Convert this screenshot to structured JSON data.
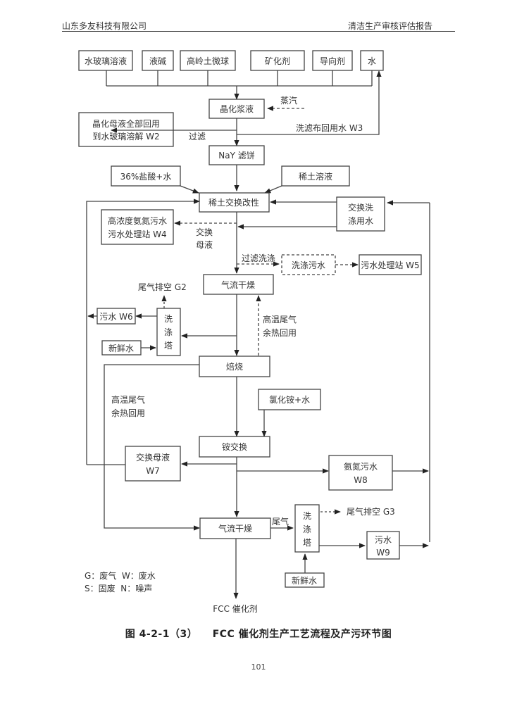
{
  "header": {
    "left": "山东多友科技有限公司",
    "right": "清洁生产审核评估报告"
  },
  "diagram": {
    "inputs": [
      "水玻璃溶液",
      "液碱",
      "高岭土微球",
      "矿化剂",
      "导向剂",
      "水"
    ],
    "crystal_slurry": "晶化浆液",
    "steam": "蒸汽",
    "mother_liquor_box": [
      "晶化母液全部回用",
      "到水玻璃溶解 W2"
    ],
    "filtration": "过滤",
    "filter_cloth_water": "洗滤布回用水 W3",
    "nay_cake": "NaY 滤饼",
    "hcl_water": "36%盐酸+水",
    "rare_earth_solution": "稀土溶液",
    "rare_earth_exchange": "稀土交换改性",
    "exchange_wash_water": [
      "交换洗",
      "涤用水"
    ],
    "high_ammonia_ww": [
      "高浓度氨氮污水",
      "污水处理站 W4"
    ],
    "exchange_mother": [
      "交换",
      "母液"
    ],
    "filter_wash": "过滤洗涤",
    "wash_ww": "洗涤污水",
    "wwtp_w5": "污水处理站 W5",
    "flash_dry_1": "气流干燥",
    "tail_gas_g2": "尾气排空 G2",
    "ww_w6": "污水 W6",
    "scrubber_1": [
      "洗",
      "涤",
      "塔"
    ],
    "fresh_water_1": "新鲜水",
    "heat_recovery_1": [
      "高温尾气",
      "余热回用"
    ],
    "calcination": "焙烧",
    "heat_recovery_2": [
      "高温尾气",
      "余热回用"
    ],
    "nh4cl_water": "氯化铵+水",
    "ammonium_exchange": "铵交换",
    "exchange_mother_w7": [
      "交换母液",
      "W7"
    ],
    "ammonia_ww_w8": [
      "氨氮污水",
      "W8"
    ],
    "flash_dry_2": "气流干燥",
    "tail_gas": "尾气",
    "scrubber_2": [
      "洗",
      "涤",
      "塔"
    ],
    "tail_gas_g3": "尾气排空 G3",
    "ww_w9": [
      "污水",
      "W9"
    ],
    "fresh_water_2": "新鲜水",
    "product": "FCC 催化剂",
    "legend": [
      "G：废气  W：废水",
      "S：固废  N：噪声"
    ]
  },
  "caption": "图 4-2-1（3）    FCC 催化剂生产工艺流程及产污环节图",
  "page_number": "101"
}
